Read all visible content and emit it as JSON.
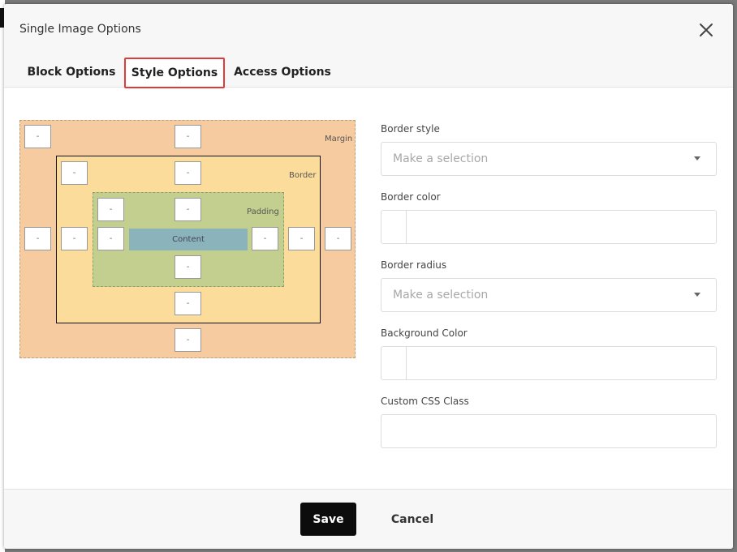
{
  "dialog": {
    "title": "Single Image Options",
    "close_icon": "close-icon"
  },
  "tabs": [
    {
      "label": "Block Options",
      "active": false
    },
    {
      "label": "Style Options",
      "active": true
    },
    {
      "label": "Access Options",
      "active": false
    }
  ],
  "box_model": {
    "margin_label": "Margin",
    "border_label": "Border",
    "padding_label": "Padding",
    "content_label": "Content",
    "empty_value": "-",
    "colors": {
      "margin": "#f7cba0",
      "border": "#fcdc9a",
      "padding": "#c3cf8f",
      "content": "#8bb3bb"
    }
  },
  "fields": {
    "border_style": {
      "label": "Border style",
      "placeholder": "Make a selection"
    },
    "border_color": {
      "label": "Border color"
    },
    "border_radius": {
      "label": "Border radius",
      "placeholder": "Make a selection"
    },
    "background_color": {
      "label": "Background Color"
    },
    "custom_css_class": {
      "label": "Custom CSS Class"
    }
  },
  "footer": {
    "save_label": "Save",
    "cancel_label": "Cancel"
  }
}
